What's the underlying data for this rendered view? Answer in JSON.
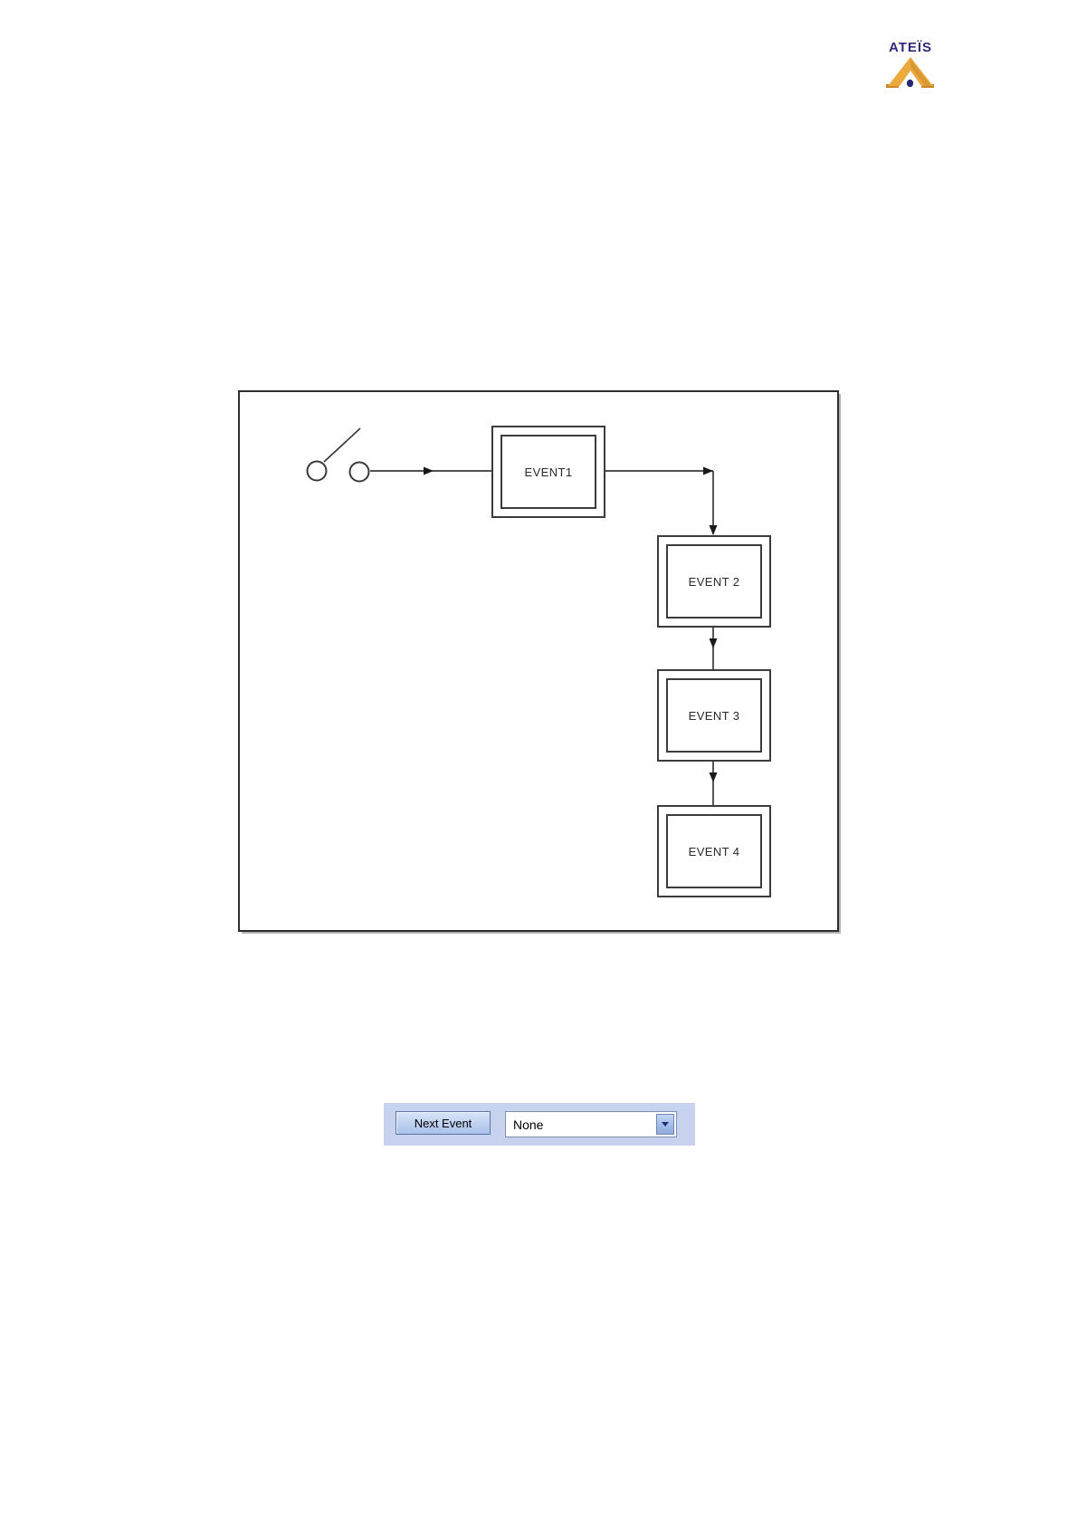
{
  "logo": {
    "brand": "ATEÏS"
  },
  "diagram": {
    "nodes": [
      {
        "label": "EVENT1"
      },
      {
        "label": "EVENT 2"
      },
      {
        "label": "EVENT 3"
      },
      {
        "label": "EVENT 4"
      }
    ]
  },
  "next_event": {
    "button_label": "Next Event",
    "selected_value": "None"
  },
  "colors": {
    "brand_navy": "#2e2a7c",
    "brand_gold": "#ecaa3e",
    "brand_gold_dark": "#c8892b",
    "panel_blue": "#c7d3ee",
    "diagram_line": "#3a3a3a"
  }
}
